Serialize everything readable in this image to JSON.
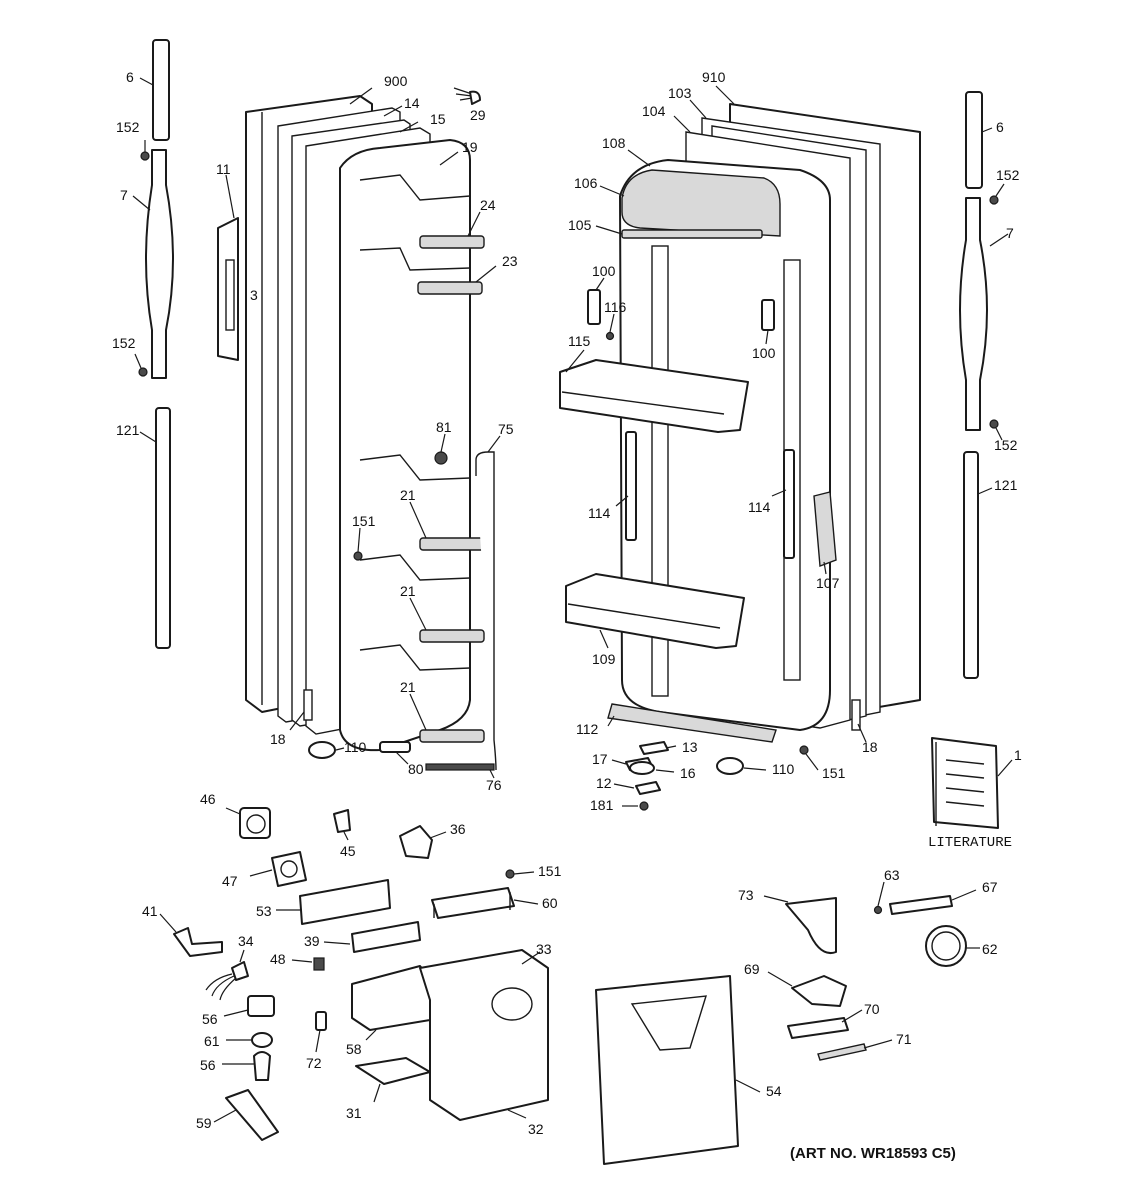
{
  "caption": "(ART NO. WR18593 C5)",
  "literature_label": "LITERATURE",
  "callouts": {
    "c6a": "6",
    "c152a": "152",
    "c7a": "7",
    "c11": "11",
    "c3": "3",
    "c152b": "152",
    "c121a": "121",
    "c900": "900",
    "c14": "14",
    "c15": "15",
    "c19": "19",
    "c29": "29",
    "c24": "24",
    "c23": "23",
    "c81": "81",
    "c75": "75",
    "c151a": "151",
    "c21a": "21",
    "c21b": "21",
    "c21c": "21",
    "c18a": "18",
    "c110a": "110",
    "c80": "80",
    "c76": "76",
    "c910": "910",
    "c103": "103",
    "c104": "104",
    "c108": "108",
    "c106": "106",
    "c105": "105",
    "c100a": "100",
    "c116": "116",
    "c115": "115",
    "c100b": "100",
    "c114a": "114",
    "c114b": "114",
    "c107": "107",
    "c109": "109",
    "c112": "112",
    "c13": "13",
    "c17": "17",
    "c16": "16",
    "c12": "12",
    "c181": "181",
    "c110b": "110",
    "c151b": "151",
    "c18b": "18",
    "c6b": "6",
    "c152c": "152",
    "c7b": "7",
    "c152d": "152",
    "c121b": "121",
    "c1": "1",
    "c46": "46",
    "c45": "45",
    "c36": "36",
    "c47": "47",
    "c151c": "151",
    "c53": "53",
    "c60": "60",
    "c41": "41",
    "c34": "34",
    "c39": "39",
    "c33": "33",
    "c48": "48",
    "c56a": "56",
    "c61": "61",
    "c56b": "56",
    "c72": "72",
    "c58": "58",
    "c59": "59",
    "c31": "31",
    "c32": "32",
    "c54": "54",
    "c73": "73",
    "c63": "63",
    "c67": "67",
    "c62": "62",
    "c69": "69",
    "c70": "70",
    "c71": "71"
  }
}
